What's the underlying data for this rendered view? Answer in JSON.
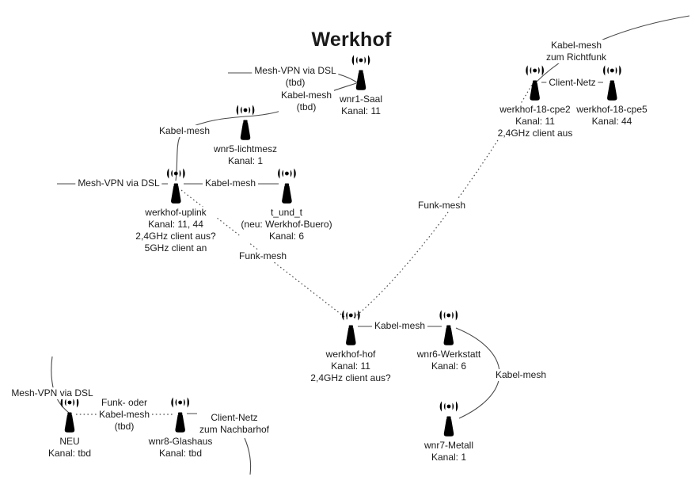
{
  "title": "Werkhof",
  "colors": {
    "text": "#1a1a1a",
    "line": "#4a4a4a",
    "antenna_fill": "#f1f1f1",
    "background": "#ffffff"
  },
  "nodes": [
    {
      "name": "wnr1-Saal",
      "lines": [
        "wnr1-Saal",
        "Kanal: 11"
      ]
    },
    {
      "name": "wnr5-lichtmesz",
      "lines": [
        "wnr5-lichtmesz",
        "Kanal: 1"
      ]
    },
    {
      "name": "werkhof-uplink",
      "lines": [
        "werkhof-uplink",
        "Kanal: 11, 44",
        "2,4GHz client aus?",
        "5GHz client an"
      ]
    },
    {
      "name": "t_und_t",
      "lines": [
        "t_und_t",
        "(neu: Werkhof-Buero)",
        "Kanal: 6"
      ]
    },
    {
      "name": "werkhof-hof",
      "lines": [
        "werkhof-hof",
        "Kanal: 11",
        "2,4GHz client aus?"
      ]
    },
    {
      "name": "wnr6-Werkstatt",
      "lines": [
        "wnr6-Werkstatt",
        "Kanal: 6"
      ]
    },
    {
      "name": "wnr7-Metall",
      "lines": [
        "wnr7-Metall",
        "Kanal: 1"
      ]
    },
    {
      "name": "NEU",
      "lines": [
        "NEU",
        "Kanal: tbd"
      ]
    },
    {
      "name": "wnr8-Glashaus",
      "lines": [
        "wnr8-Glashaus",
        "Kanal: tbd"
      ]
    },
    {
      "name": "werkhof-18-cpe2",
      "lines": [
        "werkhof-18-cpe2",
        "Kanal: 11",
        "2,4GHz client aus"
      ]
    },
    {
      "name": "werkhof-18-cpe5",
      "lines": [
        "werkhof-18-cpe5",
        "Kanal: 44"
      ]
    }
  ],
  "edge_labels": [
    {
      "name": "wnr1-dsl",
      "lines": [
        "Mesh-VPN via DSL",
        "(tbd)"
      ]
    },
    {
      "name": "wnr1-wnr5",
      "lines": [
        "Kabel-mesh",
        "(tbd)"
      ]
    },
    {
      "name": "uplink-wnr5",
      "lines": [
        "Kabel-mesh"
      ]
    },
    {
      "name": "uplink-dsl",
      "lines": [
        "Mesh-VPN via DSL"
      ]
    },
    {
      "name": "uplink-t-und-t",
      "lines": [
        "Kabel-mesh"
      ]
    },
    {
      "name": "uplink-hof",
      "lines": [
        "Funk-mesh"
      ]
    },
    {
      "name": "cpe2-hof",
      "lines": [
        "Funk-mesh"
      ]
    },
    {
      "name": "hof-wnr6",
      "lines": [
        "Kabel-mesh"
      ]
    },
    {
      "name": "wnr6-wnr7",
      "lines": [
        "Kabel-mesh"
      ]
    },
    {
      "name": "cpe2-richtfunk",
      "lines": [
        "Kabel-mesh",
        "zum Richtfunk"
      ]
    },
    {
      "name": "cpe2-cpe5",
      "lines": [
        "Client-Netz"
      ]
    },
    {
      "name": "neu-dsl",
      "lines": [
        "Mesh-VPN via DSL"
      ]
    },
    {
      "name": "neu-wnr8",
      "lines": [
        "Funk- oder",
        "Kabel-mesh",
        "(tbd)"
      ]
    },
    {
      "name": "wnr8-nachbarhof",
      "lines": [
        "Client-Netz",
        "zum Nachbarhof"
      ]
    }
  ]
}
